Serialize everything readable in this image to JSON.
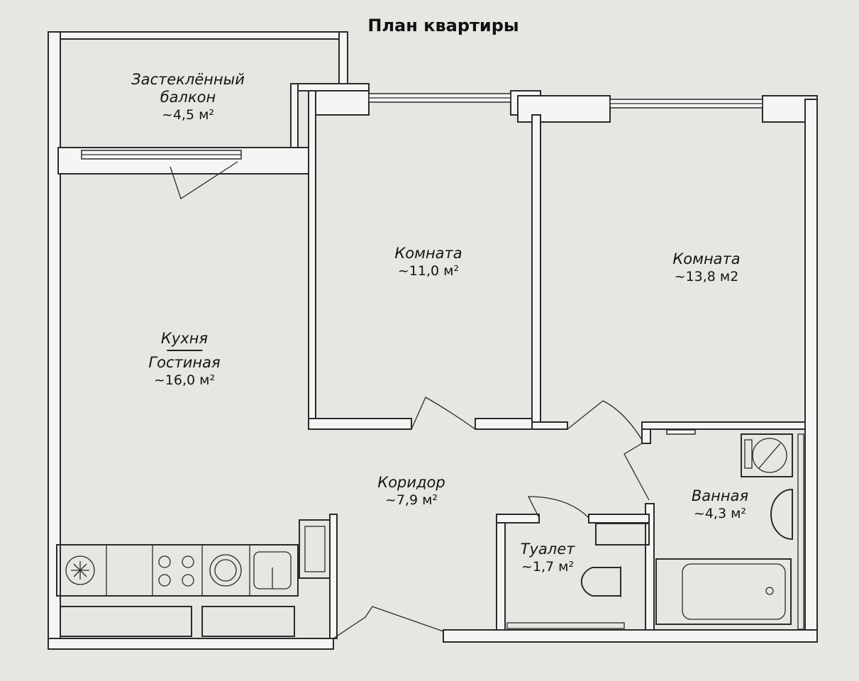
{
  "title": "План квартиры",
  "rooms": {
    "balcony": {
      "name_line1": "Застеклённый",
      "name_line2": "балкон",
      "area": "~4,5 м²"
    },
    "room1": {
      "name": "Комната",
      "area": "~11,0 м²"
    },
    "room2": {
      "name": "Комната",
      "area": "~13,8 м2"
    },
    "kitchen": {
      "name1": "Кухня",
      "name2": "Гостиная",
      "area": "~16,0 м²"
    },
    "corridor": {
      "name": "Коридор",
      "area": "~7,9 м²"
    },
    "bathroom": {
      "name": "Ванная",
      "area": "~4,3 м²"
    },
    "toilet": {
      "name": "Туалет",
      "area": "~1,7 м²"
    }
  }
}
